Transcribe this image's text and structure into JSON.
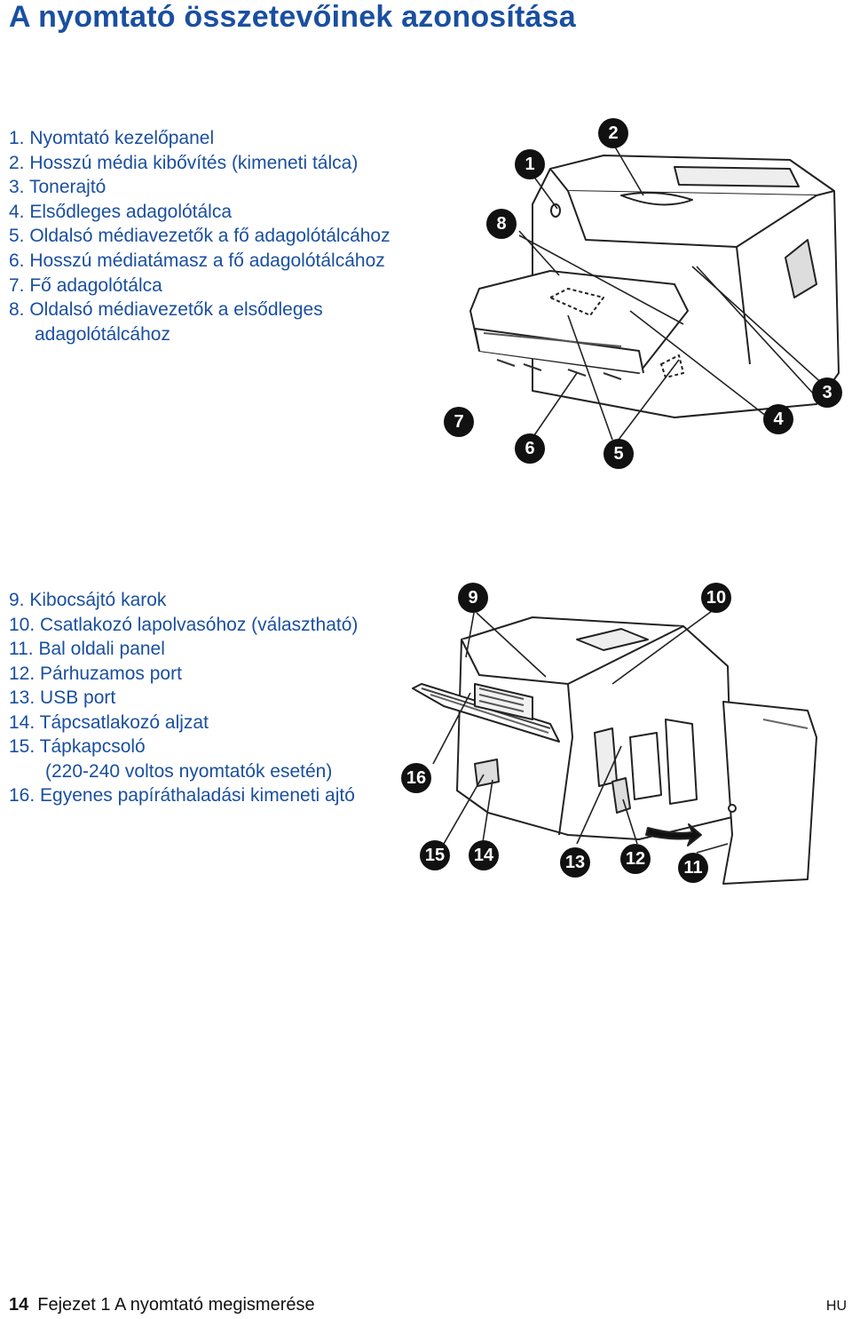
{
  "page_title": "A nyomtató összetevőinek azonosítása",
  "front_parts": [
    "1. Nyomtató kezelőpanel",
    "2. Hosszú média kibővítés (kimeneti tálca)",
    "3. Tonerajtó",
    "4. Elsődleges adagolótálca",
    "5. Oldalsó médiavezetők a fő adagolótálcához",
    "6. Hosszú médiatámasz a fő adagolótálcához",
    "7. Fő adagolótálca",
    "8. Oldalsó médiavezetők a elsődleges",
    "adagolótálcához"
  ],
  "rear_parts": [
    "9.  Kibocsájtó karok",
    "10. Csatlakozó lapolvasóhoz (választható)",
    "11. Bal oldali panel",
    "12. Párhuzamos port",
    "13. USB port",
    "14. Tápcsatlakozó aljzat",
    "15. Tápkapcsoló",
    "(220-240 voltos nyomtatók esetén)",
    "16. Egyenes papíráthaladási kimeneti ajtó"
  ],
  "front_callouts": [
    "1",
    "2",
    "3",
    "4",
    "5",
    "6",
    "7",
    "8"
  ],
  "rear_callouts": [
    "9",
    "10",
    "11",
    "12",
    "13",
    "14",
    "15",
    "16"
  ],
  "footer": {
    "page_number": "14",
    "chapter": "Fejezet 1 A nyomtató megismerése",
    "language": "HU"
  },
  "colors": {
    "heading": "#1a4fa0",
    "callout_bg": "#111111"
  }
}
